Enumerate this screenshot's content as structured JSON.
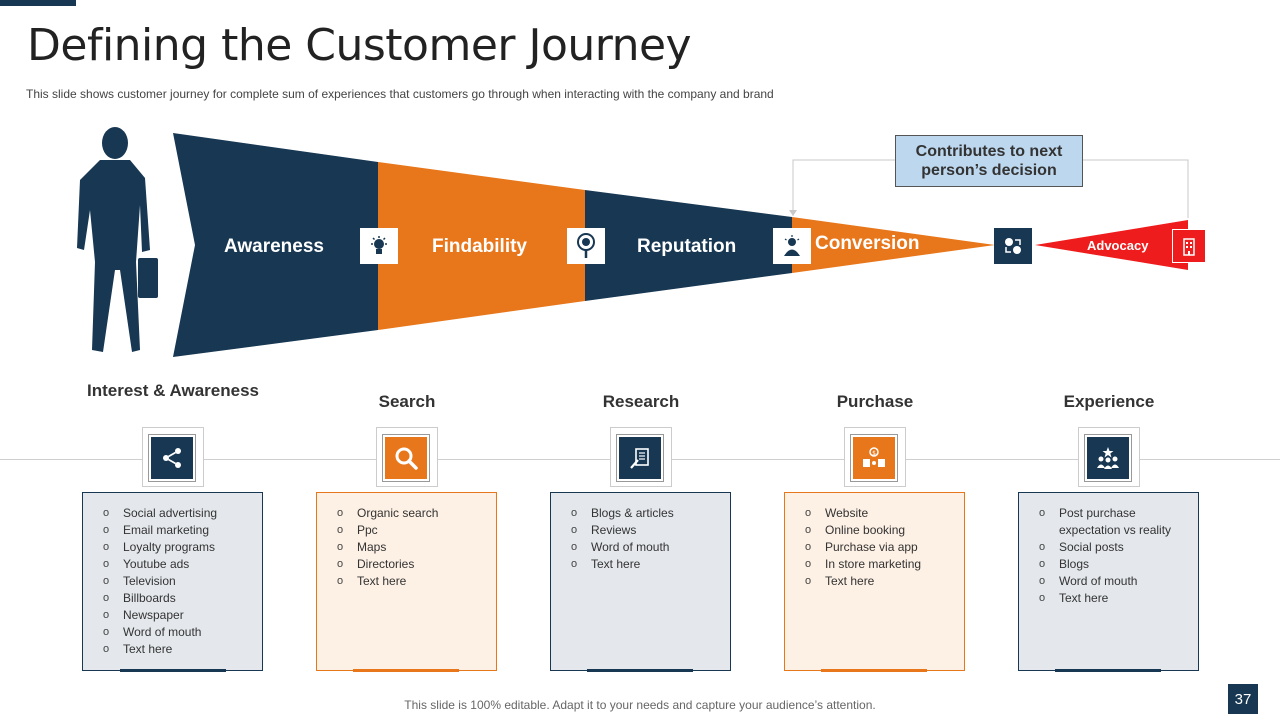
{
  "title": "Defining the Customer Journey",
  "subtitle": "This slide shows customer journey for complete sum of experiences that customers go through when interacting with the company and brand",
  "colors": {
    "navy": "#173753",
    "orange": "#e8761a",
    "red": "#ee1c1c",
    "light_blue": "#bdd7ee",
    "grey_box": "#e4e8ec",
    "peach_box": "#fdf0e4"
  },
  "funnel": {
    "stages": [
      "Awareness",
      "Findability",
      "Reputation",
      "Conversion",
      "Advocacy"
    ],
    "icons": [
      "lightbulb-head-icon",
      "target-search-icon",
      "person-idea-icon",
      "exchange-icon",
      "building-icon"
    ],
    "callout": "Contributes to next person’s decision"
  },
  "columns": [
    {
      "heading": "Interest & Awareness",
      "icon": "share-icon",
      "theme": "navy",
      "items": [
        "Social advertising",
        "Email marketing",
        "Loyalty programs",
        "Youtube ads",
        "Television",
        "Billboards",
        "Newspaper",
        "Word of mouth",
        "Text here"
      ]
    },
    {
      "heading": "Search",
      "icon": "search-icon",
      "theme": "orange",
      "items": [
        "Organic search",
        "Ppc",
        "Maps",
        "Directories",
        "Text here"
      ]
    },
    {
      "heading": "Research",
      "icon": "research-icon",
      "theme": "navy",
      "items": [
        "Blogs & articles",
        "Reviews",
        "Word of mouth",
        "Text here"
      ]
    },
    {
      "heading": "Purchase",
      "icon": "purchase-icon",
      "theme": "orange",
      "items": [
        "Website",
        "Online booking",
        "Purchase via app",
        "In store marketing",
        "Text here"
      ]
    },
    {
      "heading": "Experience",
      "icon": "team-star-icon",
      "theme": "navy",
      "items": [
        "Post purchase expectation vs reality",
        "Social posts",
        "Blogs",
        "Word of mouth",
        "Text here"
      ]
    }
  ],
  "footer": "This slide is 100% editable. Adapt it to your needs and capture your audience’s attention.",
  "page_number": "37"
}
